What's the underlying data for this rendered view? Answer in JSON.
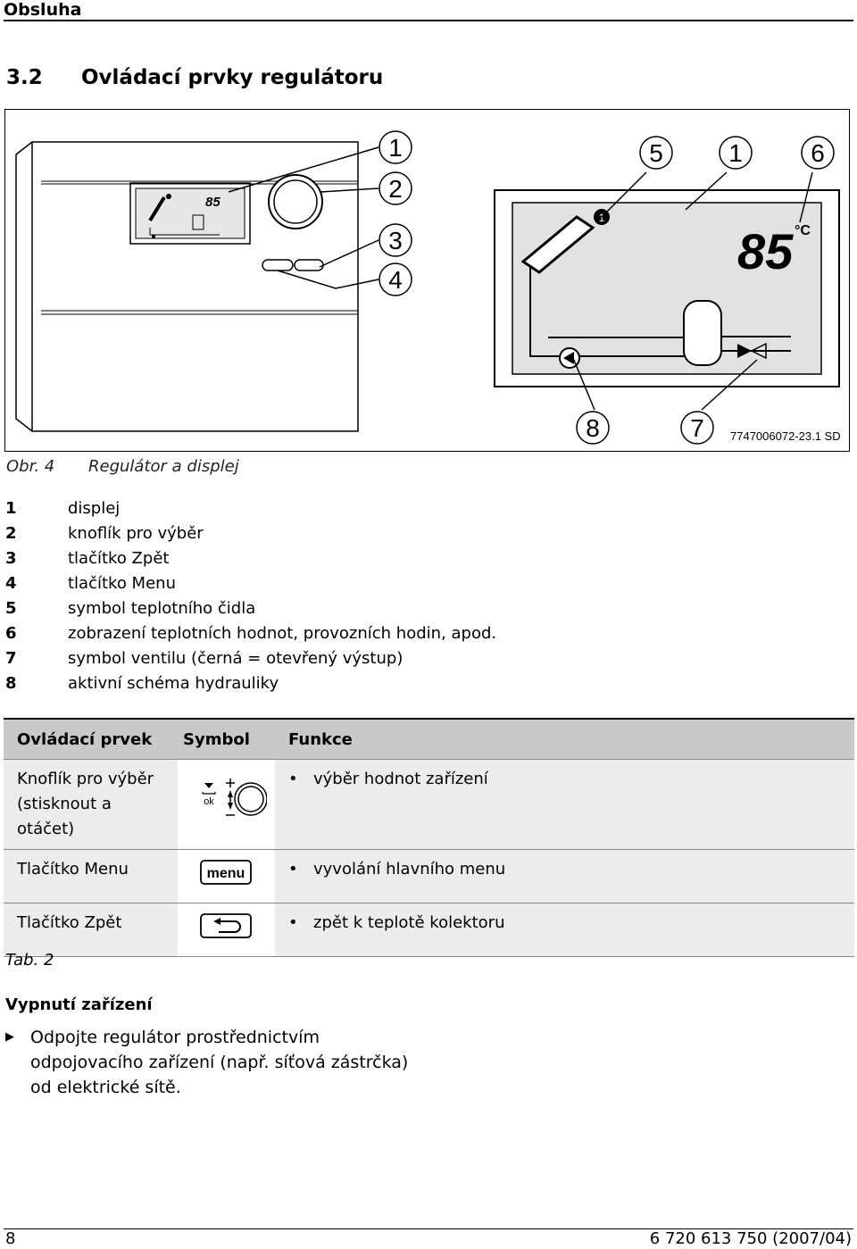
{
  "header": {
    "section_label": "Obsluha"
  },
  "section": {
    "number": "3.2",
    "title": "Ovládací prvky regulátoru"
  },
  "figure": {
    "display_readout": "85",
    "display_unit": "°C",
    "callouts": [
      "1",
      "2",
      "3",
      "4",
      "5",
      "1",
      "6",
      "8",
      "7"
    ],
    "image_code": "7747006072-23.1 SD",
    "caption_number": "Obr. 4",
    "caption_text": "Regulátor a displej"
  },
  "legend": [
    {
      "key": "1",
      "text": "displej"
    },
    {
      "key": "2",
      "text": "knoflík pro výběr"
    },
    {
      "key": "3",
      "text": "tlačítko Zpět"
    },
    {
      "key": "4",
      "text": "tlačítko Menu"
    },
    {
      "key": "5",
      "text": "symbol teplotního čidla"
    },
    {
      "key": "6",
      "text": "zobrazení teplotních hodnot, provozních hodin, apod."
    },
    {
      "key": "7",
      "text": "symbol ventilu (černá = otevřený výstup)"
    },
    {
      "key": "8",
      "text": "aktivní schéma hydrauliky"
    }
  ],
  "table": {
    "headers": {
      "control": "Ovládací prvek",
      "symbol": "Symbol",
      "function": "Funkce"
    },
    "rows": [
      {
        "control": "Knoflík pro výběr (stisknout a otáčet)",
        "symbol_icon": "selector-knob-icon",
        "ok_text": "ok",
        "function": "výběr hodnot zařízení"
      },
      {
        "control": "Tlačítko Menu",
        "symbol_icon": "menu-key-icon",
        "key_text": "menu",
        "function": "vyvolání hlavního menu"
      },
      {
        "control": "Tlačítko Zpět",
        "symbol_icon": "back-key-icon",
        "function": "zpět k teplotě kolektoru"
      }
    ],
    "bullet": "•",
    "caption": "Tab. 2"
  },
  "shutdown": {
    "heading": "Vypnutí zařízení",
    "arrow": "▶",
    "instruction": "Odpojte regulátor prostřednictvím odpojovacího zařízení (např. síťová zástrčka) od elektrické sítě."
  },
  "footer": {
    "page": "8",
    "doc_code": "6 720 613 750 (2007/04)"
  }
}
